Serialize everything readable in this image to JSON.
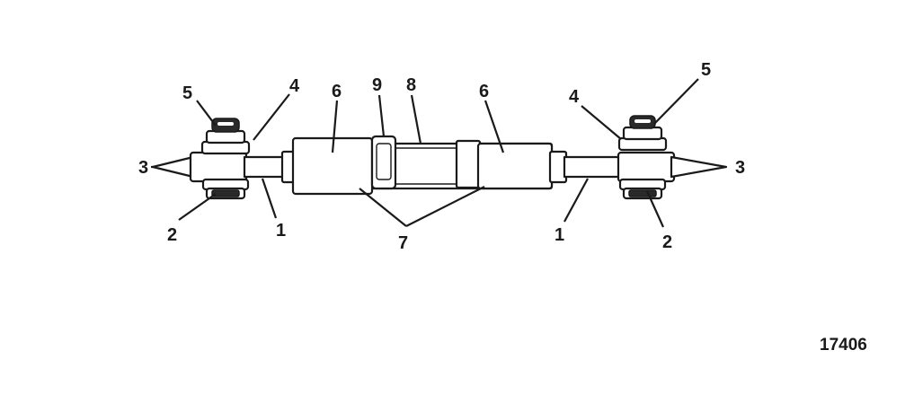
{
  "callouts": {
    "c5_left": "5",
    "c4_left": "4",
    "c6_left": "6",
    "c9": "9",
    "c8": "8",
    "c6_right": "6",
    "c4_right": "4",
    "c5_right": "5",
    "c3_left": "3",
    "c3_right": "3",
    "c2_left": "2",
    "c1_left": "1",
    "c7": "7",
    "c1_right": "1",
    "c2_right": "2"
  },
  "figure_number": "17406",
  "colors": {
    "ink": "#1a1a1a",
    "background": "#ffffff"
  }
}
